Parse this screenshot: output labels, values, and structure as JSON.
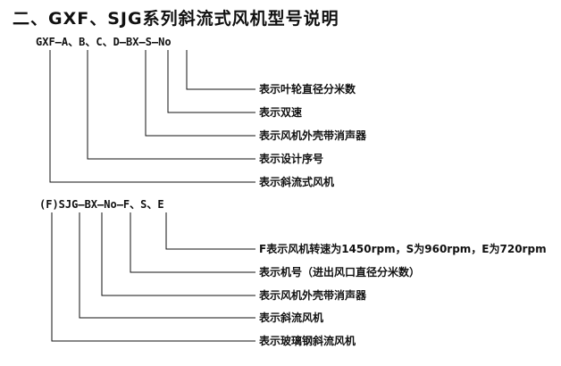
{
  "title": "二、GXF、SJG系列斜流式风机型号说明",
  "gxf": {
    "code": "GXF—A、B、C、D—BX—S—No",
    "labels": [
      "表示叶轮直径分米数",
      "表示双速",
      "表示风机外壳带消声器",
      "表示设计序号",
      "表示斜流式风机"
    ]
  },
  "sjg": {
    "code": "(F)SJG—BX—No—F、S、E",
    "labels": [
      "F表示风机转速为1450rpm，S为960rpm，E为720rpm",
      "表示机号（进出风口直径分米数）",
      "表示风机外壳带消声器",
      "表示斜流风机",
      "表示玻璃钢斜流风机"
    ]
  }
}
